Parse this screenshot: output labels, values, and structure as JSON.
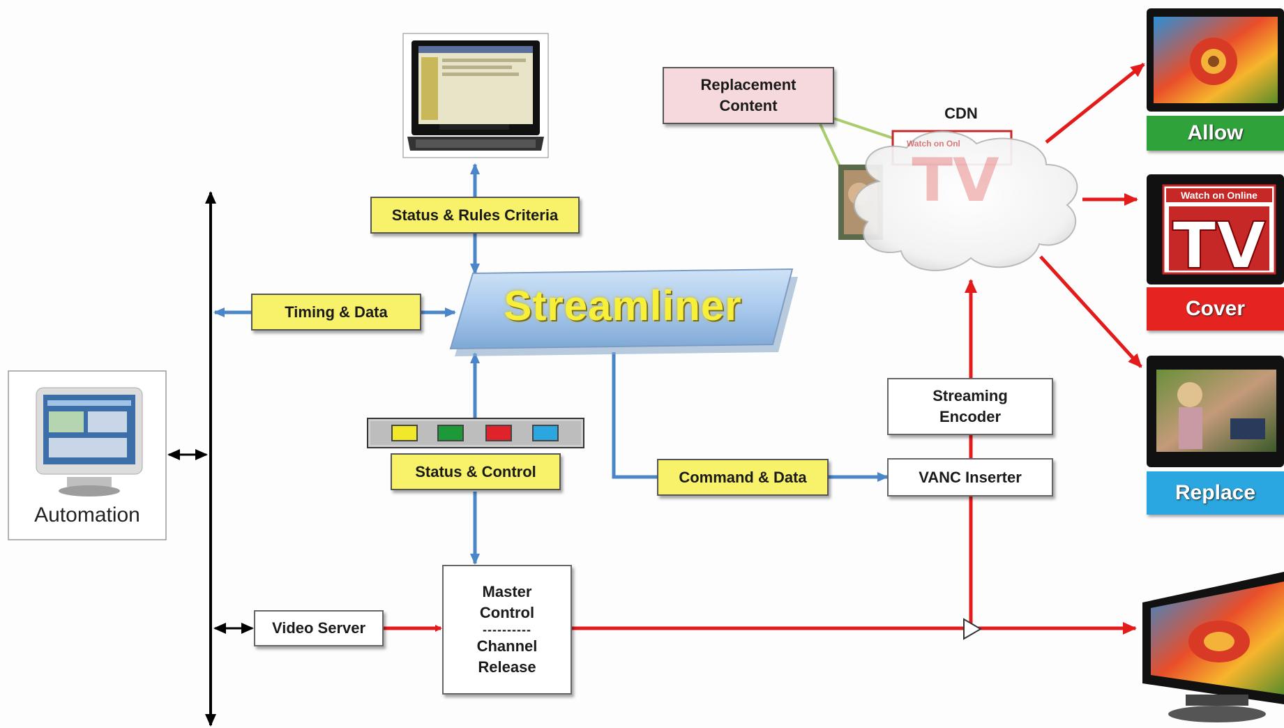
{
  "title": "Streamliner",
  "labels": {
    "status_rules": "Status & Rules Criteria",
    "timing_data": "Timing & Data",
    "status_control": "Status & Control",
    "command_data": "Command & Data",
    "video_server": "Video Server",
    "master_control_line1": "Master",
    "master_control_line2": "Control",
    "master_divider": "----------",
    "channel_release_line1": "Channel",
    "channel_release_line2": "Release",
    "replacement_line1": "Replacement",
    "replacement_line2": "Content",
    "cdn": "CDN",
    "streaming_encoder_line1": "Streaming",
    "streaming_encoder_line2": "Encoder",
    "vanc_inserter": "VANC Inserter",
    "automation": "Automation"
  },
  "outputs": {
    "allow": "Allow",
    "cover": "Cover",
    "replace": "Replace",
    "cover_banner": "Watch on Online",
    "cover_logo": "TV",
    "cdn_banner": "Watch on Onl",
    "cdn_logo": "TV"
  },
  "status_lights": [
    "yellow",
    "green",
    "red",
    "blue"
  ],
  "colors": {
    "allow": "#2fa33a",
    "cover": "#e52421",
    "replace": "#2aa7e0",
    "signal_red": "#e31b1b",
    "data_blue": "#4a86c8",
    "label_yellow": "#f7f26a",
    "title_yellow": "#f6f03a"
  }
}
